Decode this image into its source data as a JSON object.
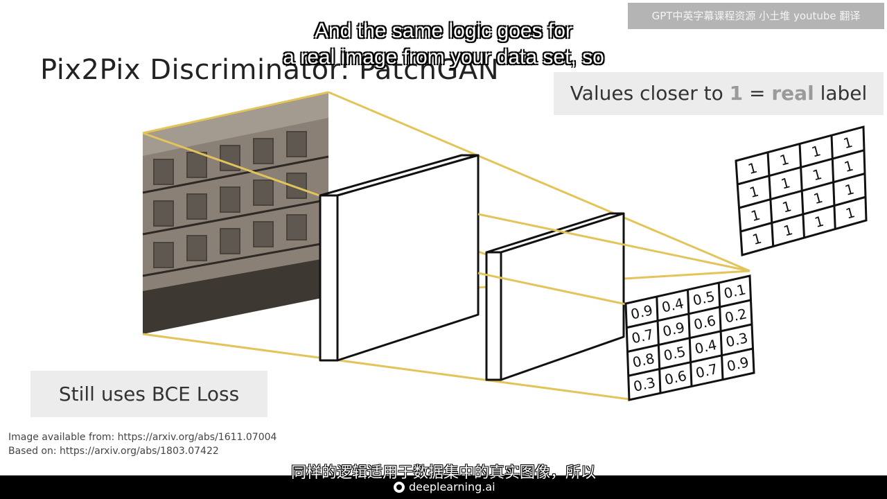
{
  "slide": {
    "title": "Pix2Pix Discriminator: PatchGAN",
    "callout_real": {
      "prefix": "Values closer to ",
      "number": "1",
      "equals": " = ",
      "word": "real",
      "suffix": " label"
    },
    "callout_bce": "Still uses BCE Loss",
    "citation_image": "Image available from: https://arxiv.org/abs/1611.07004",
    "citation_based": "Based on: https://arxiv.org/abs/1803.07422"
  },
  "label_grid": {
    "rows": [
      [
        "1",
        "1",
        "1",
        "1"
      ],
      [
        "1",
        "1",
        "1",
        "1"
      ],
      [
        "1",
        "1",
        "1",
        "1"
      ],
      [
        "1",
        "1",
        "1",
        "1"
      ]
    ]
  },
  "output_grid": {
    "rows": [
      [
        "0.9",
        "0.4",
        "0.5",
        "0.1"
      ],
      [
        "0.7",
        "0.9",
        "0.6",
        "0.2"
      ],
      [
        "0.8",
        "0.5",
        "0.4",
        "0.3"
      ],
      [
        "0.3",
        "0.6",
        "0.7",
        "0.9"
      ]
    ]
  },
  "colors": {
    "projection_line": "#e3c45a",
    "grid_stroke": "#111111",
    "callout_bg": "#ececec",
    "highlight_text": "#9a9a9a"
  },
  "overlay": {
    "subtitle_en_line1": "And the same logic goes for",
    "subtitle_en_line2": "a real image from your data set, so",
    "subtitle_zh": "同样的逻辑适用于数据集中的真实图像，所以",
    "watermark": "GPT中英字幕课程资源 小土堆 youtube 翻译",
    "brand": "deeplearning.ai"
  }
}
